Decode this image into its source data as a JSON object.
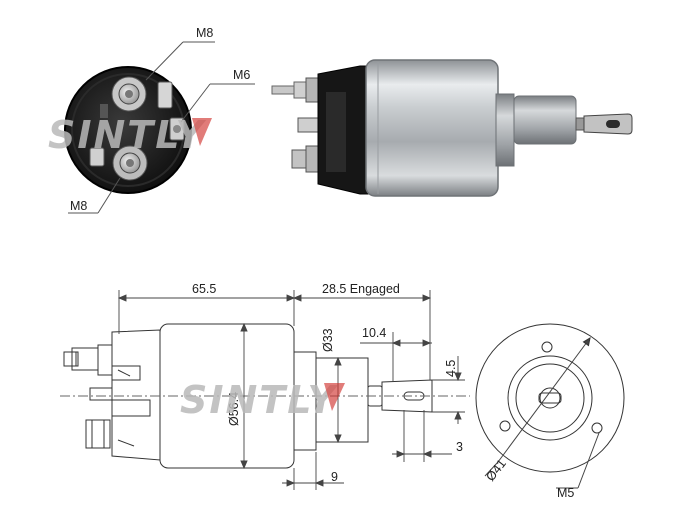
{
  "watermark": {
    "brand": "SINTLY"
  },
  "photo_callouts": {
    "top": "M8",
    "right": "M6",
    "bottom": "M8"
  },
  "drawing_dimensions": {
    "body_length": "65.5",
    "engaged_stroke": "28.5 Engaged",
    "nose_diameter": "Ø33",
    "plunger_length": "10.4",
    "blade_width": "4.5",
    "body_diameter": "Ø56.4",
    "blade_thickness": "3",
    "nose_offset": "9",
    "bolt_circle": "Ø41",
    "mount_thread": "M5"
  },
  "colors": {
    "line": "#333333",
    "dimension_line": "#444444",
    "watermark_gray": "#b9b9b9",
    "watermark_red": "#d0322d"
  }
}
